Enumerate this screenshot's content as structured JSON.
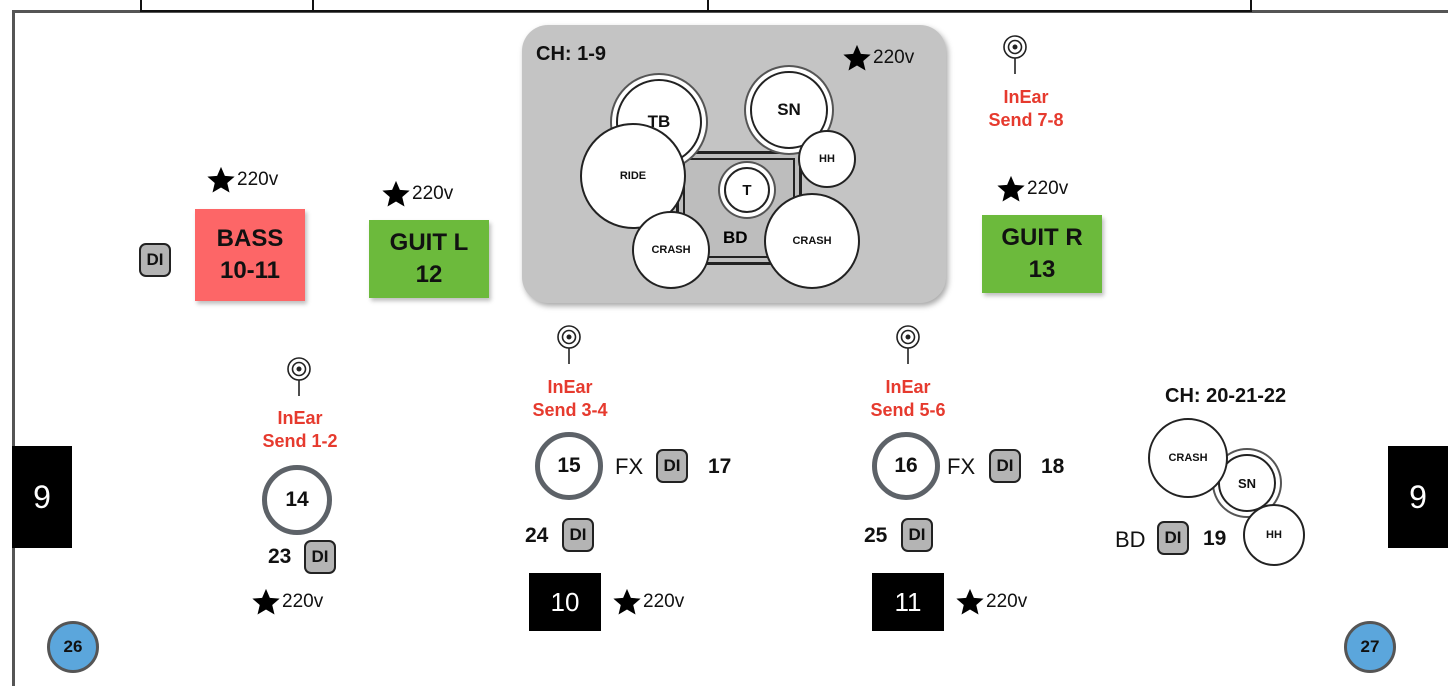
{
  "drum_riser": {
    "channel_label": "CH: 1-9",
    "power": "220v",
    "drums": {
      "tb": "TB",
      "sn": "SN",
      "hh": "HH",
      "ride": "RIDE",
      "t": "T",
      "bd": "BD",
      "crash_left": "CRASH",
      "crash_right": "CRASH"
    }
  },
  "inear_top_right": {
    "line1": "InEar",
    "line2": "Send 7-8"
  },
  "bass": {
    "name": "BASS",
    "channel": "10-11",
    "power": "220v",
    "di": "DI",
    "color": "#fd6667"
  },
  "guit_l": {
    "name": "GUIT L",
    "channel": "12",
    "power": "220v",
    "color": "#6cba3c"
  },
  "guit_r": {
    "name": "GUIT R",
    "channel": "13",
    "power": "220v",
    "color": "#6cba3c"
  },
  "pos_left": {
    "inear_line1": "InEar",
    "inear_line2": "Send 1-2",
    "mic": "14",
    "di_num": "23",
    "di": "DI",
    "power": "220v"
  },
  "pos_center_left": {
    "inear_line1": "InEar",
    "inear_line2": "Send 3-4",
    "mic": "15",
    "fx": "FX",
    "di": "DI",
    "fx_num": "17",
    "di_num": "24",
    "di2": "DI",
    "monitor": "10",
    "power": "220v"
  },
  "pos_center_right": {
    "inear_line1": "InEar",
    "inear_line2": "Send 5-6",
    "mic": "16",
    "fx": "FX",
    "di": "DI",
    "fx_num": "18",
    "di_num": "25",
    "di2": "DI",
    "monitor": "11",
    "power": "220v"
  },
  "aux_kit": {
    "channel_label": "CH: 20-21-22",
    "crash": "CRASH",
    "sn": "SN",
    "hh": "HH",
    "bd": "BD",
    "di": "DI",
    "bd_num": "19"
  },
  "side_fills": {
    "left": "9",
    "right": "9"
  },
  "corner_markers": {
    "left": "26",
    "right": "27"
  },
  "icons": {
    "inear": "in-ear-monitor-icon",
    "power": "star-icon"
  }
}
